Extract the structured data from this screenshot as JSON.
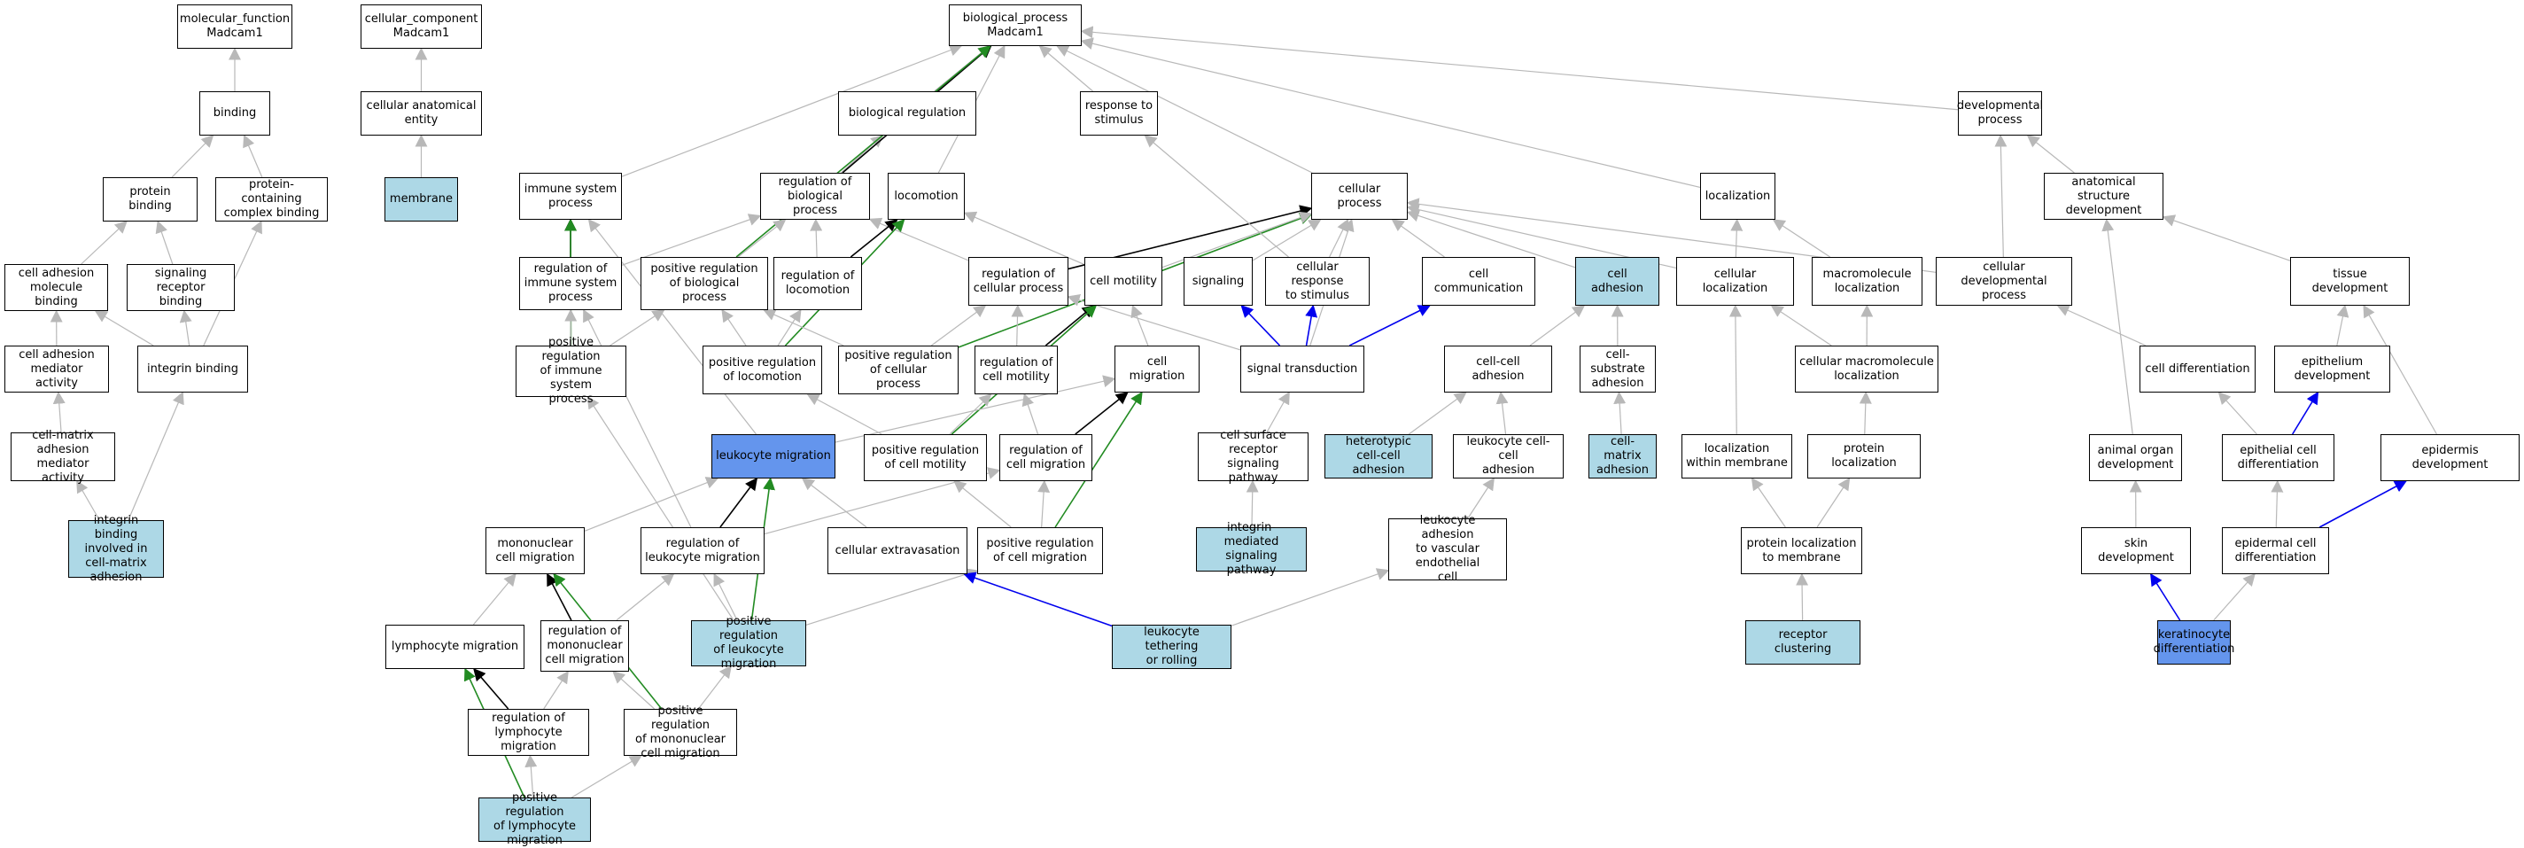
{
  "diagram": {
    "nodes": [
      {
        "id": "mf",
        "label": "molecular_function\nMadcam1",
        "fill": "white"
      },
      {
        "id": "cc",
        "label": "cellular_component\nMadcam1",
        "fill": "white"
      },
      {
        "id": "bp",
        "label": "biological_process\nMadcam1",
        "fill": "white"
      },
      {
        "id": "binding",
        "label": "binding",
        "fill": "white"
      },
      {
        "id": "cae",
        "label": "cellular anatomical\nentity",
        "fill": "white"
      },
      {
        "id": "bioreg",
        "label": "biological regulation",
        "fill": "white"
      },
      {
        "id": "resp",
        "label": "response to\nstimulus",
        "fill": "white"
      },
      {
        "id": "devproc",
        "label": "developmental\nprocess",
        "fill": "white"
      },
      {
        "id": "protbind",
        "label": "protein binding",
        "fill": "white"
      },
      {
        "id": "pcbind",
        "label": "protein-containing\ncomplex binding",
        "fill": "white"
      },
      {
        "id": "membrane",
        "label": "membrane",
        "fill": "light"
      },
      {
        "id": "isp",
        "label": "immune system\nprocess",
        "fill": "white"
      },
      {
        "id": "rbp",
        "label": "regulation of\nbiological process",
        "fill": "white"
      },
      {
        "id": "locomotion",
        "label": "locomotion",
        "fill": "white"
      },
      {
        "id": "cellproc",
        "label": "cellular process",
        "fill": "white"
      },
      {
        "id": "localization",
        "label": "localization",
        "fill": "white"
      },
      {
        "id": "asd",
        "label": "anatomical structure\ndevelopment",
        "fill": "white"
      },
      {
        "id": "camb",
        "label": "cell adhesion\nmolecule binding",
        "fill": "white"
      },
      {
        "id": "srb",
        "label": "signaling receptor\nbinding",
        "fill": "white"
      },
      {
        "id": "ris",
        "label": "regulation of\nimmune system\nprocess",
        "fill": "white"
      },
      {
        "id": "prbp",
        "label": "positive regulation\nof biological\nprocess",
        "fill": "white"
      },
      {
        "id": "rloc",
        "label": "regulation of\nlocomotion",
        "fill": "white"
      },
      {
        "id": "rcp",
        "label": "regulation of\ncellular process",
        "fill": "white"
      },
      {
        "id": "cellmot",
        "label": "cell motility",
        "fill": "white"
      },
      {
        "id": "signaling",
        "label": "signaling",
        "fill": "white"
      },
      {
        "id": "crs",
        "label": "cellular response\nto stimulus",
        "fill": "white"
      },
      {
        "id": "cellcomm",
        "label": "cell communication",
        "fill": "white"
      },
      {
        "id": "celladh",
        "label": "cell adhesion",
        "fill": "light"
      },
      {
        "id": "cellloc",
        "label": "cellular localization",
        "fill": "white"
      },
      {
        "id": "macloc",
        "label": "macromolecule\nlocalization",
        "fill": "white"
      },
      {
        "id": "cdp",
        "label": "cellular developmental\nprocess",
        "fill": "white"
      },
      {
        "id": "tissue",
        "label": "tissue development",
        "fill": "white"
      },
      {
        "id": "camad",
        "label": "cell adhesion\nmediator activity",
        "fill": "white"
      },
      {
        "id": "intbind",
        "label": "integrin binding",
        "fill": "white"
      },
      {
        "id": "pris",
        "label": "positive regulation\nof immune system\nprocess",
        "fill": "white"
      },
      {
        "id": "prloc",
        "label": "positive regulation\nof locomotion",
        "fill": "white"
      },
      {
        "id": "prcp",
        "label": "positive regulation\nof cellular\nprocess",
        "fill": "white"
      },
      {
        "id": "rcm",
        "label": "regulation of\ncell motility",
        "fill": "white"
      },
      {
        "id": "cellmig",
        "label": "cell migration",
        "fill": "white"
      },
      {
        "id": "sigtrans",
        "label": "signal transduction",
        "fill": "white"
      },
      {
        "id": "cca",
        "label": "cell-cell adhesion",
        "fill": "white"
      },
      {
        "id": "csa",
        "label": "cell-substrate\nadhesion",
        "fill": "white"
      },
      {
        "id": "cmlm",
        "label": "cellular macromolecule\nlocalization",
        "fill": "white"
      },
      {
        "id": "celldiff",
        "label": "cell differentiation",
        "fill": "white"
      },
      {
        "id": "epidev",
        "label": "epithelium development",
        "fill": "white"
      },
      {
        "id": "cmad",
        "label": "cell-matrix\nadhesion mediator\nactivity",
        "fill": "white"
      },
      {
        "id": "leukmig",
        "label": "leukocyte migration",
        "fill": "blue"
      },
      {
        "id": "prcmot",
        "label": "positive regulation\nof cell motility",
        "fill": "white"
      },
      {
        "id": "rcmig",
        "label": "regulation of\ncell migration",
        "fill": "white"
      },
      {
        "id": "csrsp",
        "label": "cell surface\nreceptor signaling\npathway",
        "fill": "white"
      },
      {
        "id": "hca",
        "label": "heterotypic\ncell-cell adhesion",
        "fill": "light"
      },
      {
        "id": "lcca",
        "label": "leukocyte cell-cell\nadhesion",
        "fill": "white"
      },
      {
        "id": "cma",
        "label": "cell-matrix\nadhesion",
        "fill": "light"
      },
      {
        "id": "lwm",
        "label": "localization\nwithin membrane",
        "fill": "white"
      },
      {
        "id": "protloc",
        "label": "protein localization",
        "fill": "white"
      },
      {
        "id": "aod",
        "label": "animal organ\ndevelopment",
        "fill": "white"
      },
      {
        "id": "ecd",
        "label": "epithelial cell\ndifferentiation",
        "fill": "white"
      },
      {
        "id": "epiddev",
        "label": "epidermis development",
        "fill": "white"
      },
      {
        "id": "ibcma",
        "label": "integrin binding\ninvolved in\ncell-matrix\nadhesion",
        "fill": "light"
      },
      {
        "id": "mcm",
        "label": "mononuclear\ncell migration",
        "fill": "white"
      },
      {
        "id": "rlm",
        "label": "regulation of\nleukocyte migration",
        "fill": "white"
      },
      {
        "id": "cext",
        "label": "cellular extravasation",
        "fill": "white"
      },
      {
        "id": "prcmig",
        "label": "positive regulation\nof cell migration",
        "fill": "white"
      },
      {
        "id": "imsp",
        "label": "integrin-mediated\nsignaling pathway",
        "fill": "light"
      },
      {
        "id": "lavec",
        "label": "leukocyte adhesion\nto vascular\nendothelial\ncell",
        "fill": "white"
      },
      {
        "id": "plm",
        "label": "protein localization\nto membrane",
        "fill": "white"
      },
      {
        "id": "skin",
        "label": "skin development",
        "fill": "white"
      },
      {
        "id": "edcd",
        "label": "epidermal cell\ndifferentiation",
        "fill": "white"
      },
      {
        "id": "lymmig",
        "label": "lymphocyte migration",
        "fill": "white"
      },
      {
        "id": "rmcm",
        "label": "regulation of\nmononuclear\ncell migration",
        "fill": "white"
      },
      {
        "id": "prlm",
        "label": "positive regulation\nof leukocyte\nmigration",
        "fill": "light"
      },
      {
        "id": "ltr",
        "label": "leukocyte tethering\nor rolling",
        "fill": "light"
      },
      {
        "id": "recclust",
        "label": "receptor clustering",
        "fill": "light"
      },
      {
        "id": "kerdiff",
        "label": "keratinocyte\ndifferentiation",
        "fill": "blue"
      },
      {
        "id": "rlymm",
        "label": "regulation of\nlymphocyte migration",
        "fill": "white"
      },
      {
        "id": "prmcm",
        "label": "positive regulation\nof mononuclear\ncell migration",
        "fill": "white"
      },
      {
        "id": "prlymm",
        "label": "positive regulation\nof lymphocyte\nmigration",
        "fill": "light"
      }
    ],
    "edges": [
      {
        "from": "binding",
        "to": "mf",
        "color": "gray"
      },
      {
        "from": "cae",
        "to": "cc",
        "color": "gray"
      },
      {
        "from": "membrane",
        "to": "cae",
        "color": "gray"
      },
      {
        "from": "protbind",
        "to": "binding",
        "color": "gray"
      },
      {
        "from": "pcbind",
        "to": "binding",
        "color": "gray"
      },
      {
        "from": "camb",
        "to": "protbind",
        "color": "gray"
      },
      {
        "from": "srb",
        "to": "protbind",
        "color": "gray"
      },
      {
        "from": "camad",
        "to": "camb",
        "color": "gray"
      },
      {
        "from": "intbind",
        "to": "camb",
        "color": "gray"
      },
      {
        "from": "intbind",
        "to": "srb",
        "color": "gray"
      },
      {
        "from": "intbind",
        "to": "pcbind",
        "color": "gray"
      },
      {
        "from": "cmad",
        "to": "camad",
        "color": "gray"
      },
      {
        "from": "ibcma",
        "to": "cmad",
        "color": "gray"
      },
      {
        "from": "ibcma",
        "to": "intbind",
        "color": "gray"
      },
      {
        "from": "bioreg",
        "to": "bp",
        "color": "gray"
      },
      {
        "from": "resp",
        "to": "bp",
        "color": "gray"
      },
      {
        "from": "devproc",
        "to": "bp",
        "color": "gray"
      },
      {
        "from": "isp",
        "to": "bp",
        "color": "gray"
      },
      {
        "from": "locomotion",
        "to": "bp",
        "color": "gray"
      },
      {
        "from": "cellproc",
        "to": "bp",
        "color": "gray"
      },
      {
        "from": "localization",
        "to": "bp",
        "color": "gray"
      },
      {
        "from": "rbp",
        "to": "bioreg",
        "color": "gray"
      },
      {
        "from": "rbp",
        "to": "bp",
        "color": "black"
      },
      {
        "from": "prbp",
        "to": "bp",
        "color": "green"
      },
      {
        "from": "asd",
        "to": "devproc",
        "color": "gray"
      },
      {
        "from": "cdp",
        "to": "devproc",
        "color": "gray"
      },
      {
        "from": "ris",
        "to": "isp",
        "color": "black"
      },
      {
        "from": "pris",
        "to": "isp",
        "color": "green"
      },
      {
        "from": "ris",
        "to": "rbp",
        "color": "gray"
      },
      {
        "from": "prbp",
        "to": "rbp",
        "color": "gray"
      },
      {
        "from": "rloc",
        "to": "rbp",
        "color": "gray"
      },
      {
        "from": "rcp",
        "to": "rbp",
        "color": "gray"
      },
      {
        "from": "rloc",
        "to": "locomotion",
        "color": "black"
      },
      {
        "from": "prloc",
        "to": "locomotion",
        "color": "green"
      },
      {
        "from": "cellmot",
        "to": "locomotion",
        "color": "gray"
      },
      {
        "from": "rcp",
        "to": "cellproc",
        "color": "black"
      },
      {
        "from": "prcp",
        "to": "cellproc",
        "color": "green"
      },
      {
        "from": "cellmot",
        "to": "cellproc",
        "color": "gray"
      },
      {
        "from": "signaling",
        "to": "cellproc",
        "color": "gray"
      },
      {
        "from": "crs",
        "to": "cellproc",
        "color": "gray"
      },
      {
        "from": "crs",
        "to": "resp",
        "color": "gray"
      },
      {
        "from": "cellcomm",
        "to": "cellproc",
        "color": "gray"
      },
      {
        "from": "celladh",
        "to": "cellproc",
        "color": "gray"
      },
      {
        "from": "cellloc",
        "to": "cellproc",
        "color": "gray"
      },
      {
        "from": "cdp",
        "to": "cellproc",
        "color": "gray"
      },
      {
        "from": "sigtrans",
        "to": "cellproc",
        "color": "gray"
      },
      {
        "from": "cellloc",
        "to": "localization",
        "color": "gray"
      },
      {
        "from": "macloc",
        "to": "localization",
        "color": "gray"
      },
      {
        "from": "tissue",
        "to": "asd",
        "color": "gray"
      },
      {
        "from": "aod",
        "to": "asd",
        "color": "gray"
      },
      {
        "from": "pris",
        "to": "ris",
        "color": "gray"
      },
      {
        "from": "pris",
        "to": "prbp",
        "color": "gray"
      },
      {
        "from": "prloc",
        "to": "rloc",
        "color": "gray"
      },
      {
        "from": "prloc",
        "to": "prbp",
        "color": "gray"
      },
      {
        "from": "prcp",
        "to": "rcp",
        "color": "gray"
      },
      {
        "from": "prcp",
        "to": "prbp",
        "color": "gray"
      },
      {
        "from": "rcm",
        "to": "rcp",
        "color": "gray"
      },
      {
        "from": "rcm",
        "to": "cellmot",
        "color": "black"
      },
      {
        "from": "prcmot",
        "to": "cellmot",
        "color": "green"
      },
      {
        "from": "cellmig",
        "to": "cellmot",
        "color": "gray"
      },
      {
        "from": "sigtrans",
        "to": "signaling",
        "color": "blue"
      },
      {
        "from": "sigtrans",
        "to": "crs",
        "color": "blue"
      },
      {
        "from": "sigtrans",
        "to": "cellcomm",
        "color": "blue"
      },
      {
        "from": "sigtrans",
        "to": "rcp",
        "color": "gray"
      },
      {
        "from": "cca",
        "to": "celladh",
        "color": "gray"
      },
      {
        "from": "csa",
        "to": "celladh",
        "color": "gray"
      },
      {
        "from": "cma",
        "to": "csa",
        "color": "gray"
      },
      {
        "from": "cmlm",
        "to": "cellloc",
        "color": "gray"
      },
      {
        "from": "cmlm",
        "to": "macloc",
        "color": "gray"
      },
      {
        "from": "celldiff",
        "to": "cdp",
        "color": "gray"
      },
      {
        "from": "epidev",
        "to": "tissue",
        "color": "gray"
      },
      {
        "from": "epiddev",
        "to": "tissue",
        "color": "gray"
      },
      {
        "from": "ecd",
        "to": "celldiff",
        "color": "gray"
      },
      {
        "from": "ecd",
        "to": "epidev",
        "color": "blue"
      },
      {
        "from": "edcd",
        "to": "ecd",
        "color": "gray"
      },
      {
        "from": "edcd",
        "to": "epiddev",
        "color": "blue"
      },
      {
        "from": "skin",
        "to": "aod",
        "color": "gray"
      },
      {
        "from": "kerdiff",
        "to": "skin",
        "color": "blue"
      },
      {
        "from": "kerdiff",
        "to": "edcd",
        "color": "gray"
      },
      {
        "from": "leukmig",
        "to": "isp",
        "color": "gray"
      },
      {
        "from": "leukmig",
        "to": "cellmig",
        "color": "gray"
      },
      {
        "from": "prcmot",
        "to": "rcm",
        "color": "gray"
      },
      {
        "from": "prcmot",
        "to": "prloc",
        "color": "gray"
      },
      {
        "from": "rcmig",
        "to": "rcm",
        "color": "gray"
      },
      {
        "from": "rcmig",
        "to": "cellmig",
        "color": "black"
      },
      {
        "from": "prcmig",
        "to": "cellmig",
        "color": "green"
      },
      {
        "from": "prcmig",
        "to": "rcmig",
        "color": "gray"
      },
      {
        "from": "prcmig",
        "to": "prcmot",
        "color": "gray"
      },
      {
        "from": "csrsp",
        "to": "sigtrans",
        "color": "gray"
      },
      {
        "from": "imsp",
        "to": "csrsp",
        "color": "gray"
      },
      {
        "from": "hca",
        "to": "cca",
        "color": "gray"
      },
      {
        "from": "lcca",
        "to": "cca",
        "color": "gray"
      },
      {
        "from": "lavec",
        "to": "lcca",
        "color": "gray"
      },
      {
        "from": "lwm",
        "to": "cellloc",
        "color": "gray"
      },
      {
        "from": "protloc",
        "to": "cmlm",
        "color": "gray"
      },
      {
        "from": "plm",
        "to": "lwm",
        "color": "gray"
      },
      {
        "from": "plm",
        "to": "protloc",
        "color": "gray"
      },
      {
        "from": "recclust",
        "to": "plm",
        "color": "gray"
      },
      {
        "from": "mcm",
        "to": "leukmig",
        "color": "gray"
      },
      {
        "from": "rlm",
        "to": "leukmig",
        "color": "black"
      },
      {
        "from": "prlm",
        "to": "leukmig",
        "color": "green"
      },
      {
        "from": "cext",
        "to": "leukmig",
        "color": "gray"
      },
      {
        "from": "rlm",
        "to": "ris",
        "color": "gray"
      },
      {
        "from": "rlm",
        "to": "rcmig",
        "color": "gray"
      },
      {
        "from": "prlm",
        "to": "rlm",
        "color": "gray"
      },
      {
        "from": "prlm",
        "to": "prcmig",
        "color": "gray"
      },
      {
        "from": "prlm",
        "to": "pris",
        "color": "gray"
      },
      {
        "from": "ltr",
        "to": "cext",
        "color": "blue"
      },
      {
        "from": "ltr",
        "to": "lavec",
        "color": "gray"
      },
      {
        "from": "lymmig",
        "to": "mcm",
        "color": "gray"
      },
      {
        "from": "rmcm",
        "to": "mcm",
        "color": "black"
      },
      {
        "from": "prmcm",
        "to": "mcm",
        "color": "green"
      },
      {
        "from": "rmcm",
        "to": "rlm",
        "color": "gray"
      },
      {
        "from": "prmcm",
        "to": "rmcm",
        "color": "gray"
      },
      {
        "from": "prmcm",
        "to": "prlm",
        "color": "gray"
      },
      {
        "from": "rlymm",
        "to": "lymmig",
        "color": "black"
      },
      {
        "from": "prlymm",
        "to": "lymmig",
        "color": "green"
      },
      {
        "from": "rlymm",
        "to": "rmcm",
        "color": "gray"
      },
      {
        "from": "prlymm",
        "to": "rlymm",
        "color": "gray"
      },
      {
        "from": "prlymm",
        "to": "prmcm",
        "color": "gray"
      }
    ],
    "edge_colors": {
      "gray": "#b8b8b8",
      "black": "#000000",
      "green": "#228b22",
      "blue": "#0000ee"
    },
    "fill_colors": {
      "white": "#ffffff",
      "light": "#add8e6",
      "blue": "#6495ed"
    }
  }
}
